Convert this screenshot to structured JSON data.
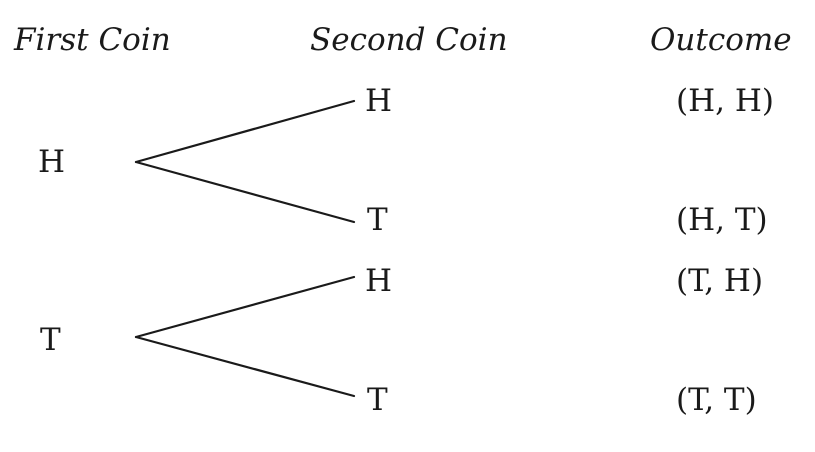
{
  "headers": {
    "first_coin": "First Coin",
    "second_coin": "Second Coin",
    "outcome": "Outcome"
  },
  "first_coin": [
    "H",
    "T"
  ],
  "second_coin": [
    "H",
    "T",
    "H",
    "T"
  ],
  "outcomes": [
    "(H, H)",
    "(H, T)",
    "(T, H)",
    "(T, T)"
  ]
}
